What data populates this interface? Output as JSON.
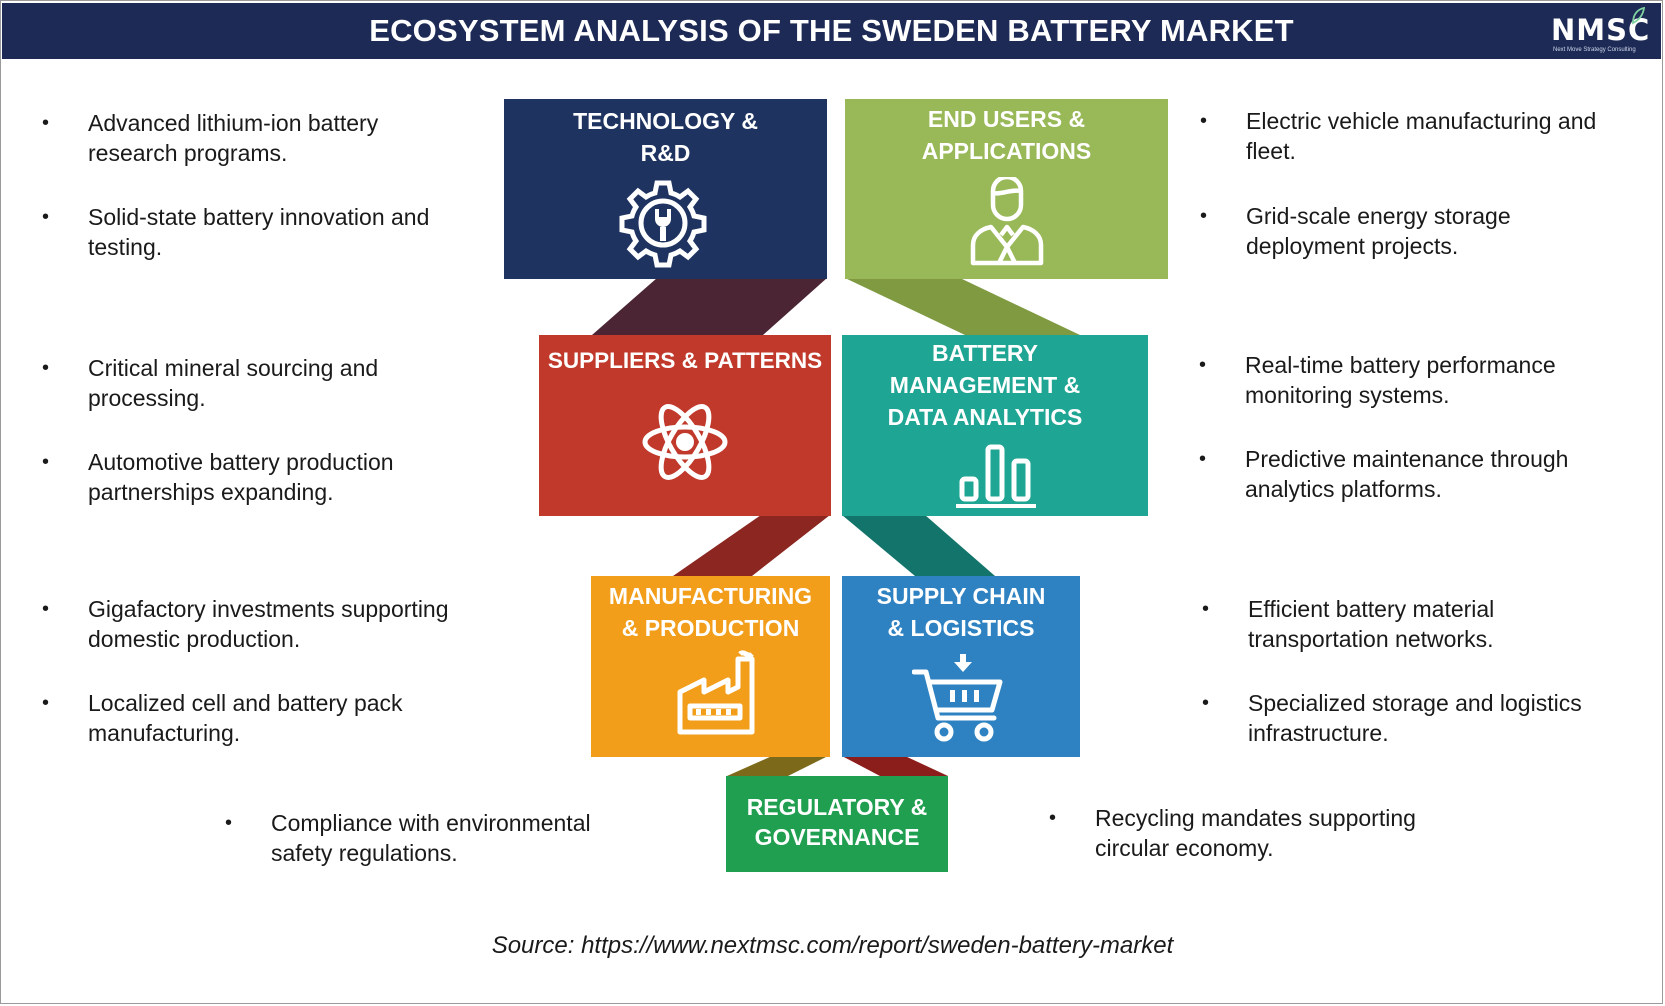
{
  "header": {
    "title": "ECOSYSTEM ANALYSIS OF THE SWEDEN BATTERY MARKET",
    "logo_text": "NMSC",
    "logo_tagline": "Next Move Strategy Consulting"
  },
  "boxes": {
    "technology": {
      "title": "TECHNOLOGY &\nR&D",
      "icon": "gear-wrench-icon",
      "color": "#1e3360"
    },
    "end_users": {
      "title": "END USERS &\nAPPLICATIONS",
      "icon": "user-person-icon",
      "color": "#99b858"
    },
    "suppliers": {
      "title": "SUPPLIERS & PATTERNS",
      "icon": "atom-icon",
      "color": "#c0392b"
    },
    "battery_management": {
      "title": "BATTERY\nMANAGEMENT &\nDATA ANALYTICS",
      "icon": "bar-chart-icon",
      "color": "#1fa593"
    },
    "manufacturing": {
      "title": "MANUFACTURING\n& PRODUCTION",
      "icon": "factory-icon",
      "color": "#f29e1b"
    },
    "supply_chain": {
      "title": "SUPPLY CHAIN\n& LOGISTICS",
      "icon": "shopping-cart-icon",
      "color": "#2f82c2"
    },
    "regulatory": {
      "title": "REGULATORY &\nGOVERNANCE",
      "color": "#1f9f4f"
    }
  },
  "bullets": {
    "technology": [
      "Advanced lithium-ion battery\nresearch programs.",
      "Solid-state battery innovation and\ntesting."
    ],
    "end_users": [
      "Electric vehicle manufacturing and\nfleet.",
      "Grid-scale energy storage\ndeployment projects."
    ],
    "suppliers": [
      "Critical mineral sourcing and\nprocessing.",
      "Automotive battery production\npartnerships expanding."
    ],
    "battery_management": [
      "Real-time battery performance\nmonitoring systems.",
      "Predictive maintenance through\nanalytics platforms."
    ],
    "manufacturing": [
      "Gigafactory investments supporting\ndomestic production.",
      "Localized cell and battery pack\nmanufacturing."
    ],
    "supply_chain": [
      "Efficient battery material\ntransportation networks.",
      "Specialized storage and logistics\ninfrastructure."
    ],
    "regulatory_left": [
      "Compliance with environmental\nsafety regulations."
    ],
    "regulatory_right": [
      "Recycling mandates supporting\ncircular economy."
    ]
  },
  "bullet_symbol": "•",
  "source": "Source: https://www.nextmsc.com/report/sweden-battery-market"
}
